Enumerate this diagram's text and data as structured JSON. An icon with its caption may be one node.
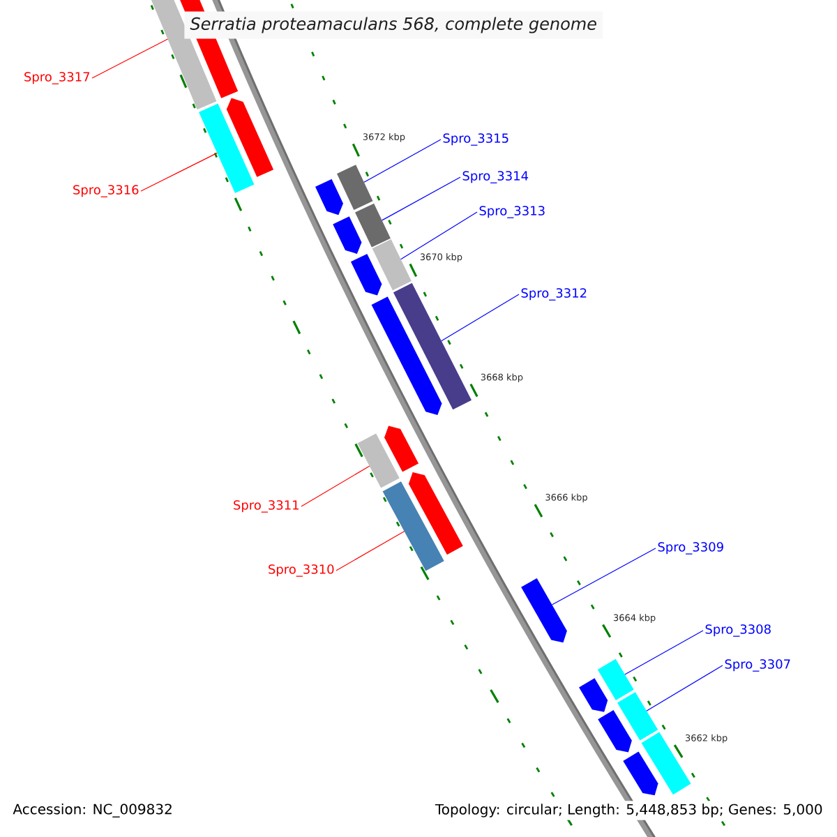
{
  "diagram": {
    "title": "Serratia proteamaculans 568, complete genome",
    "nodes": [
      {
        "text": [
          "Spro_3317"
        ]
      },
      {
        "text": [
          "Spro_3316"
        ]
      },
      {
        "text": [
          "Spro_3315"
        ]
      },
      {
        "text": [
          "Spro_3314"
        ]
      },
      {
        "text": [
          "Spro_3313"
        ]
      },
      {
        "text": [
          "Spro_3312"
        ]
      },
      {
        "text": [
          "Spro_3311"
        ]
      },
      {
        "text": [
          "Spro_3310"
        ]
      },
      {
        "text": [
          "Spro_3309"
        ]
      },
      {
        "text": [
          "Spro_3308"
        ]
      },
      {
        "text": [
          "Spro_3307"
        ]
      },
      {
        "text": [],
        "shape": "box"
      },
      {
        "text": [],
        "shape": "pentagon"
      },
      {
        "text": [],
        "shape": "pentagon"
      },
      {
        "text": [],
        "shape": "box"
      },
      {
        "text": [],
        "shape": "box"
      },
      {
        "text": [],
        "shape": "pentagon"
      },
      {
        "text": [],
        "shape": "box"
      },
      {
        "text": [],
        "shape": "pentagon"
      },
      {
        "text": [],
        "shape": "box"
      },
      {
        "text": [],
        "shape": "pentagon"
      },
      {
        "text": [],
        "shape": "box"
      },
      {
        "text": [],
        "shape": "pentagon"
      },
      {
        "text": [],
        "shape": "pentagon"
      },
      {
        "text": [],
        "shape": "box"
      },
      {
        "text": [],
        "shape": "pentagon"
      },
      {
        "text": [],
        "shape": "box"
      },
      {
        "text": [],
        "shape": "pentagon"
      },
      {
        "text": [],
        "shape": "box"
      },
      {
        "text": [],
        "shape": "pentagon"
      },
      {
        "text": [],
        "shape": "box"
      },
      {
        "text": [],
        "shape": "pentagon"
      },
      {
        "text": [],
        "shape": "box"
      },
      {
        "text": [],
        "shape": "pentagon"
      }
    ],
    "edges": [
      {
        "from": 0,
        "to": 11,
        "arrow": "none",
        "color": "#ff0000"
      },
      {
        "from": 1,
        "to": 14,
        "arrow": "none",
        "color": "#ff0000"
      },
      {
        "from": 2,
        "to": 15,
        "arrow": "none"
      },
      {
        "from": 3,
        "to": 17,
        "arrow": "none"
      },
      {
        "from": 4,
        "to": 19,
        "arrow": "none"
      },
      {
        "from": 5,
        "to": 21,
        "arrow": "none"
      },
      {
        "from": 6,
        "to": 24,
        "arrow": "none",
        "color": "#ff0000"
      },
      {
        "from": 7,
        "to": 26,
        "arrow": "none",
        "color": "#ff0000"
      },
      {
        "from": 8,
        "to": 27,
        "arrow": "none"
      },
      {
        "from": 9,
        "to": 28,
        "arrow": "none"
      },
      {
        "from": 10,
        "to": 30,
        "arrow": "none"
      }
    ],
    "labels": [
      "3672 kbp",
      "3670 kbp",
      "3668 kbp",
      "3666 kbp",
      "3664 kbp",
      "3662 kbp",
      "Accession: NC_009832",
      "Topology: circular; Length: 5,448,853 bp; Genes: 5,000"
    ]
  }
}
